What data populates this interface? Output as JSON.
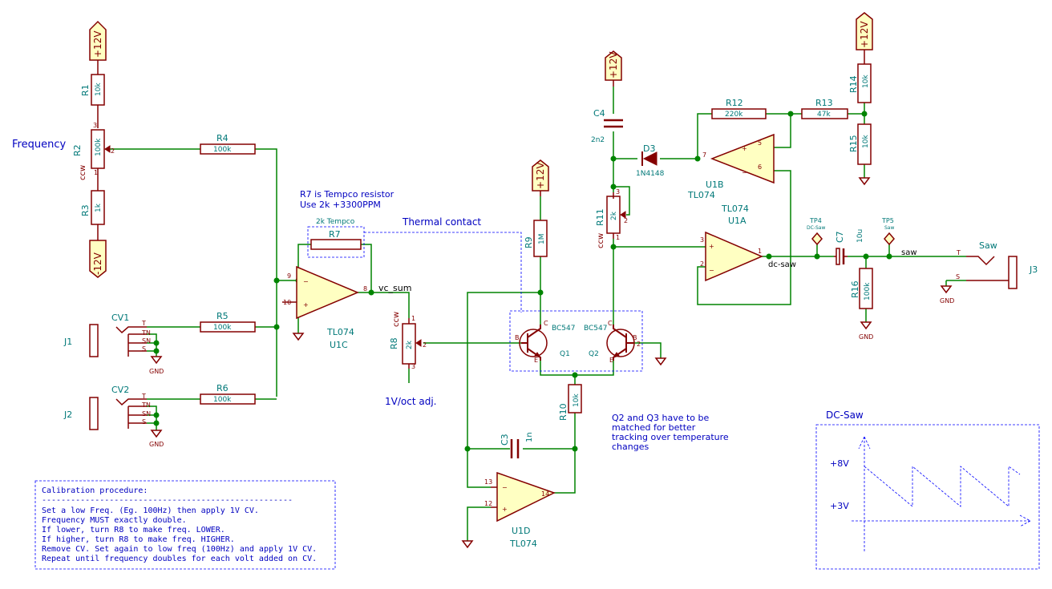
{
  "power": {
    "pos": "+12V",
    "neg": "-12V",
    "gnd": "GND"
  },
  "labels": {
    "frequency": "Frequency",
    "ccw": "ccw",
    "vc_sum": "vc_sum",
    "oct_adj": "1V/oct adj.",
    "dc_saw_net": "dc-saw",
    "saw_net": "saw"
  },
  "resistors": {
    "r1": {
      "ref": "R1",
      "val": "10k"
    },
    "r2": {
      "ref": "R2",
      "val": "100k"
    },
    "r3": {
      "ref": "R3",
      "val": "1k"
    },
    "r4": {
      "ref": "R4",
      "val": "100k"
    },
    "r5": {
      "ref": "R5",
      "val": "100k"
    },
    "r6": {
      "ref": "R6",
      "val": "100k"
    },
    "r7": {
      "ref": "R7",
      "val": "2k Tempco"
    },
    "r8": {
      "ref": "R8",
      "val": "2k"
    },
    "r9": {
      "ref": "R9",
      "val": "1M"
    },
    "r10": {
      "ref": "R10",
      "val": "10k"
    },
    "r11": {
      "ref": "R11",
      "val": "2k"
    },
    "r12": {
      "ref": "R12",
      "val": "220k"
    },
    "r13": {
      "ref": "R13",
      "val": "47k"
    },
    "r14": {
      "ref": "R14",
      "val": "10k"
    },
    "r15": {
      "ref": "R15",
      "val": "10k"
    },
    "r16": {
      "ref": "R16",
      "val": "100k"
    }
  },
  "capacitors": {
    "c3": {
      "ref": "C3",
      "val": "1n"
    },
    "c4": {
      "ref": "C4",
      "val": "2n2"
    },
    "c7": {
      "ref": "C7",
      "val": "10u"
    }
  },
  "diode": {
    "ref": "D3",
    "val": "1N4148"
  },
  "opamps": {
    "u1a": {
      "ref": "U1A",
      "val": "TL074"
    },
    "u1b": {
      "ref": "U1B",
      "val": "TL074"
    },
    "u1c": {
      "ref": "U1C",
      "val": "TL074"
    },
    "u1d": {
      "ref": "U1D",
      "val": "TL074"
    }
  },
  "transistors": {
    "q1": {
      "ref": "Q1",
      "val": "BC547"
    },
    "q2": {
      "ref": "Q2",
      "val": "BC547"
    }
  },
  "jacks": {
    "j1": {
      "ref": "J1",
      "val": "CV1"
    },
    "j2": {
      "ref": "J2",
      "val": "CV2"
    },
    "j3": {
      "ref": "J3",
      "val": "Saw"
    },
    "pins": {
      "t": "T",
      "tn": "TN",
      "sn": "SN",
      "s": "S"
    }
  },
  "testpoints": {
    "tp4": {
      "ref": "TP4",
      "val": "DC-Saw"
    },
    "tp5": {
      "ref": "TP5",
      "val": "Saw"
    }
  },
  "notes": {
    "tempco_1": "R7 is Tempco resistor",
    "tempco_2": "Use 2k +3300PPM",
    "thermal": "Thermal contact",
    "match_1": "Q2 and Q3 have to be",
    "match_2": "matched for better",
    "match_3": "tracking over temperature",
    "match_4": "changes"
  },
  "calibration": {
    "title": "Calibration procedure:",
    "rule": "----------------------------------------------------",
    "lines": [
      "Set a low Freq. (Eg. 100Hz) then apply 1V CV.",
      "Frequency MUST exactly double.",
      "If lower, turn R8 to make freq. LOWER.",
      "If higher, turn R8 to make freq. HIGHER.",
      "Remove CV. Set again to low freq (100Hz) and apply 1V CV.",
      "Repeat until frequency doubles for each volt added on CV."
    ]
  },
  "waveform": {
    "title": "DC-Saw",
    "high": "+8V",
    "low": "+3V"
  }
}
